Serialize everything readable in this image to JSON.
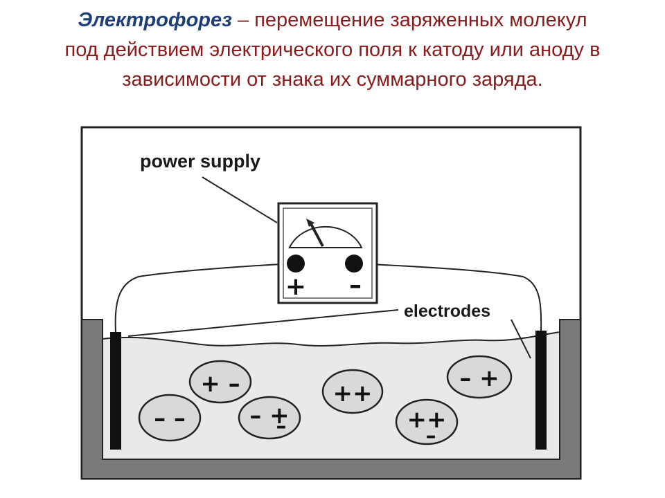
{
  "title": {
    "term": "Электрофорез",
    "line1_rest": " – перемещение заряженных молекул",
    "line2": "под действием электрического поля к катоду или аноду в",
    "line3": "зависимости от знака их суммарного заряда."
  },
  "diagram": {
    "power_supply_label": "power supply",
    "electrodes_label": "electrodes",
    "terminal_plus": "+",
    "terminal_minus": "–",
    "molecules": [
      {
        "charges": "+ –"
      },
      {
        "charges": "– –"
      },
      {
        "charges": "– +"
      },
      {
        "charges": "++"
      },
      {
        "charges": "– +"
      },
      {
        "charges": "++"
      }
    ],
    "molecule_extra_minus": "–",
    "colors": {
      "title": "#8b1a1a",
      "term": "#1f3f7a",
      "buffer": "#e9e9e9",
      "tank": "#7a7a7a",
      "molecule": "#d9d9d9"
    }
  }
}
